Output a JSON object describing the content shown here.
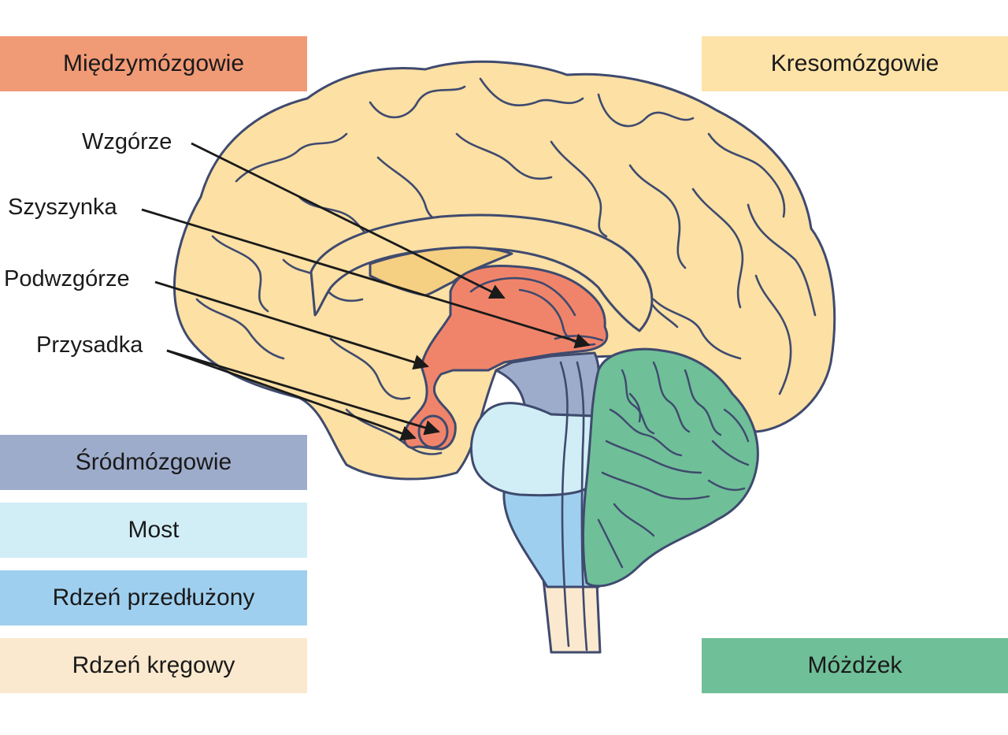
{
  "legend": {
    "diencephalon": "Międzymózgowie",
    "telencephalon": "Kresomózgowie",
    "midbrain": "Śródmózgowie",
    "pons": "Most",
    "medulla": "Rdzeń przedłużony",
    "spinal_cord": "Rdzeń kręgowy",
    "cerebellum": "Móżdżek"
  },
  "callouts": {
    "thalamus": "Wzgórze",
    "pineal": "Szyszynka",
    "hypothalamus": "Podwzgórze",
    "pituitary": "Przysadka"
  },
  "colors": {
    "diencephalon": "#f19a76",
    "telencephalon": "#fde3a8",
    "midbrain": "#9eaccc",
    "pons": "#d1eef7",
    "medulla": "#9fcfef",
    "spinal_cord": "#fbe9cf",
    "cerebellum": "#6fbf98",
    "outline": "#3f4a6e",
    "cortex_fill": "#fce0a4",
    "thalamus_fill": "#f0846a",
    "corpus_callosum": "#f5cf82"
  }
}
